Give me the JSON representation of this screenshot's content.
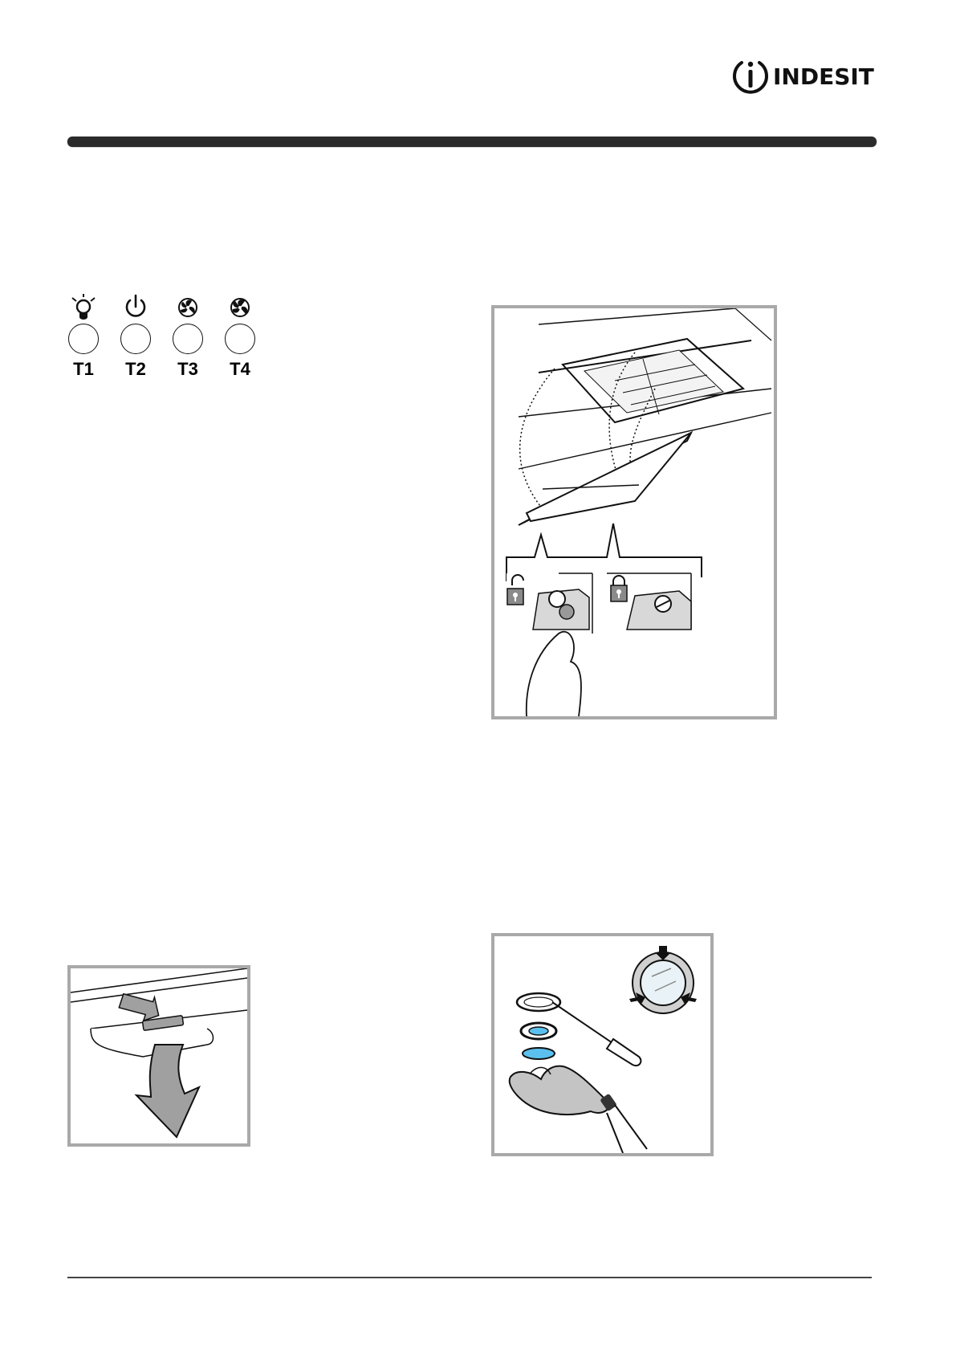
{
  "brand": {
    "logo_text": "INDESIT",
    "logo_icon": "indesit-power-i-icon"
  },
  "controls": [
    {
      "id": "T1",
      "label": "T1",
      "icon": "light-bulb-icon"
    },
    {
      "id": "T2",
      "label": "T2",
      "icon": "power-icon"
    },
    {
      "id": "T3",
      "label": "T3",
      "icon": "fan-icon"
    },
    {
      "id": "T4",
      "label": "T4",
      "icon": "fan-icon"
    }
  ],
  "figures": {
    "filter_removal": {
      "icons": [
        "unlock-icon",
        "lock-icon"
      ]
    },
    "lamp_replacement": {
      "icons": [
        "screwdriver-icon",
        "glove-icon"
      ],
      "lens_color": "#5bc0ee"
    },
    "light_cover": {
      "icons": [
        "arrow-down-icon"
      ]
    }
  },
  "colors": {
    "frame": "#a9a9a9",
    "bar": "#2b2b2b",
    "lens_blue": "#5bc0ee",
    "arrow_gray": "#a0a0a0"
  }
}
